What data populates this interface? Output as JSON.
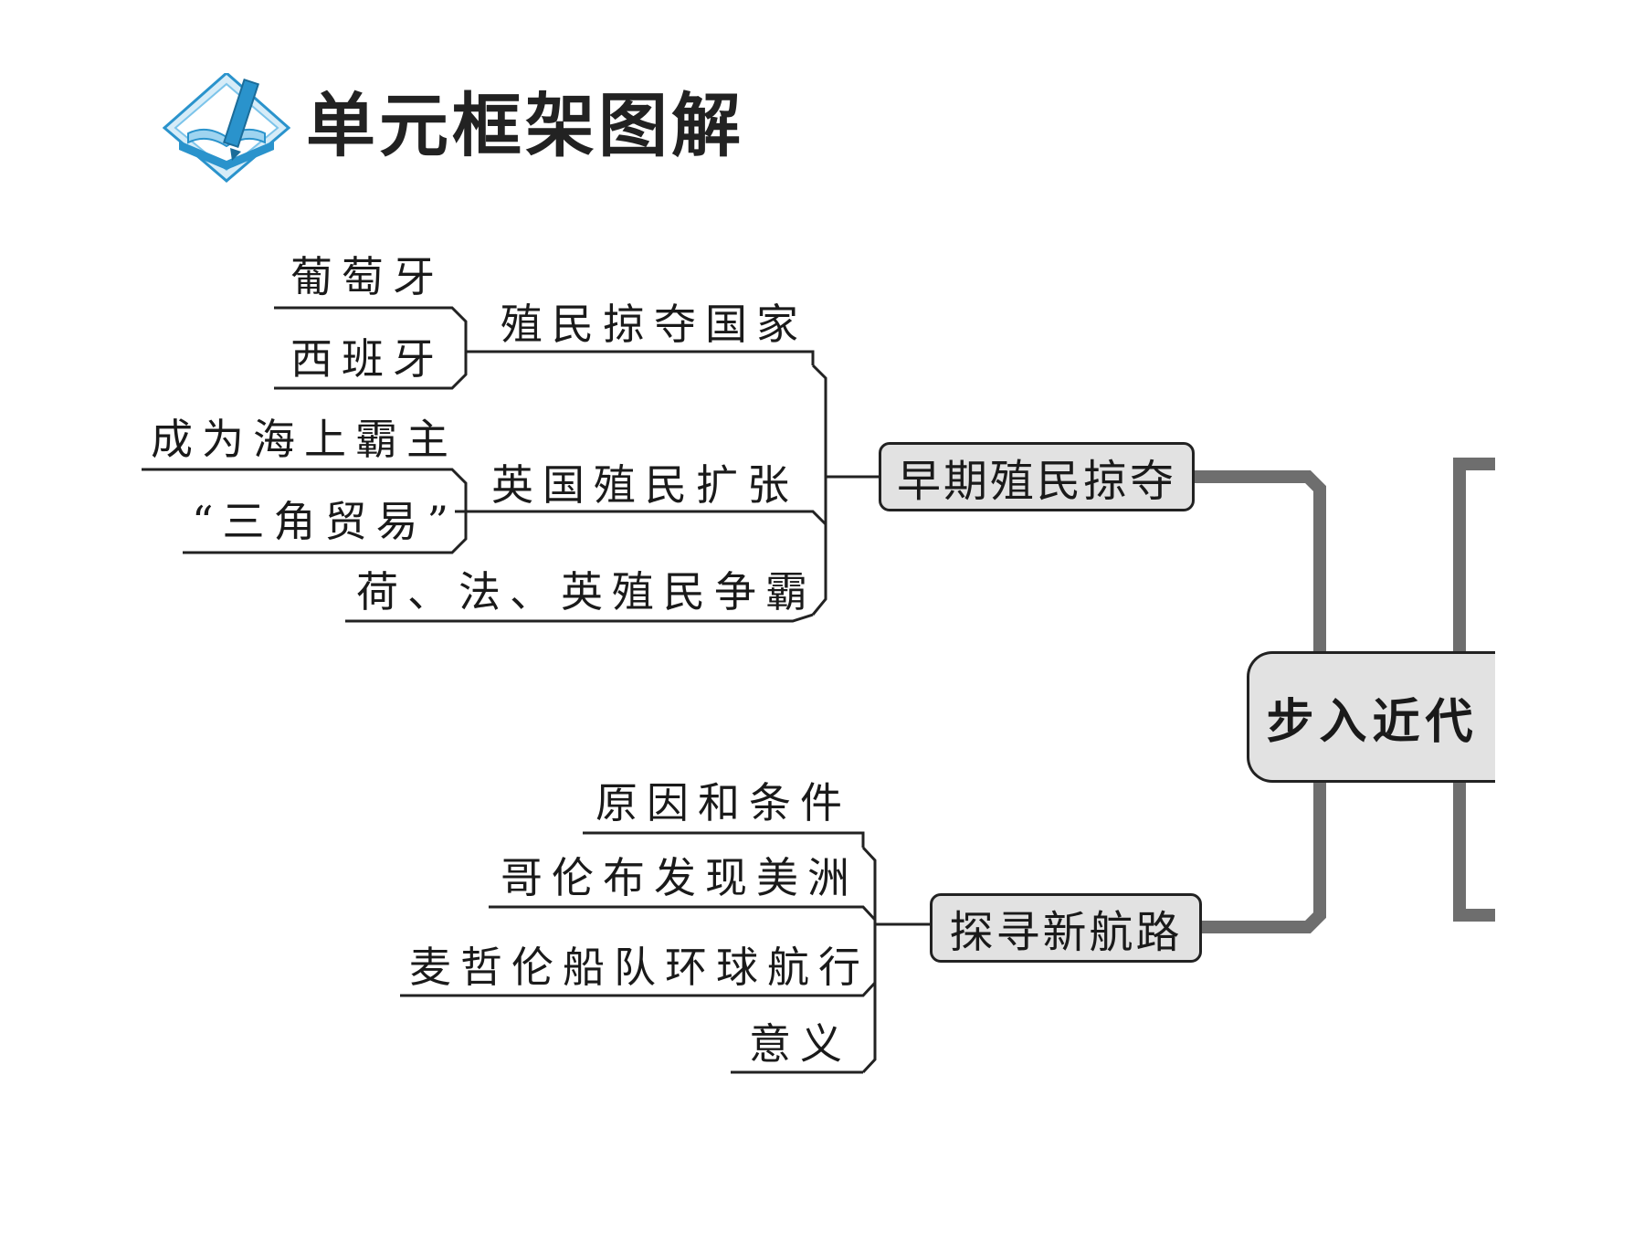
{
  "header": {
    "title": "单元框架图解",
    "icon": "book-pencil-icon"
  },
  "center": {
    "label": "步入近代"
  },
  "branches": {
    "early_colonial": {
      "label": "早期殖民掠夺",
      "sub": {
        "colonial_powers": {
          "label": "殖民掠夺国家",
          "items": [
            "葡萄牙",
            "西班牙"
          ]
        },
        "british_expansion": {
          "label": "英国殖民扩张",
          "items": [
            "成为海上霸主",
            "“三角贸易”"
          ]
        },
        "rivalry": {
          "label": "荷、法、英殖民争霸"
        }
      }
    },
    "new_routes": {
      "label": "探寻新航路",
      "items": [
        "原因和条件",
        "哥伦布发现美洲",
        "麦哲伦船队环球航行",
        "意义"
      ]
    }
  },
  "colors": {
    "box_fill": "#e2e2e2",
    "trunk": "#6e6e6e",
    "line": "#222222",
    "icon_blue": "#2a93cc"
  }
}
